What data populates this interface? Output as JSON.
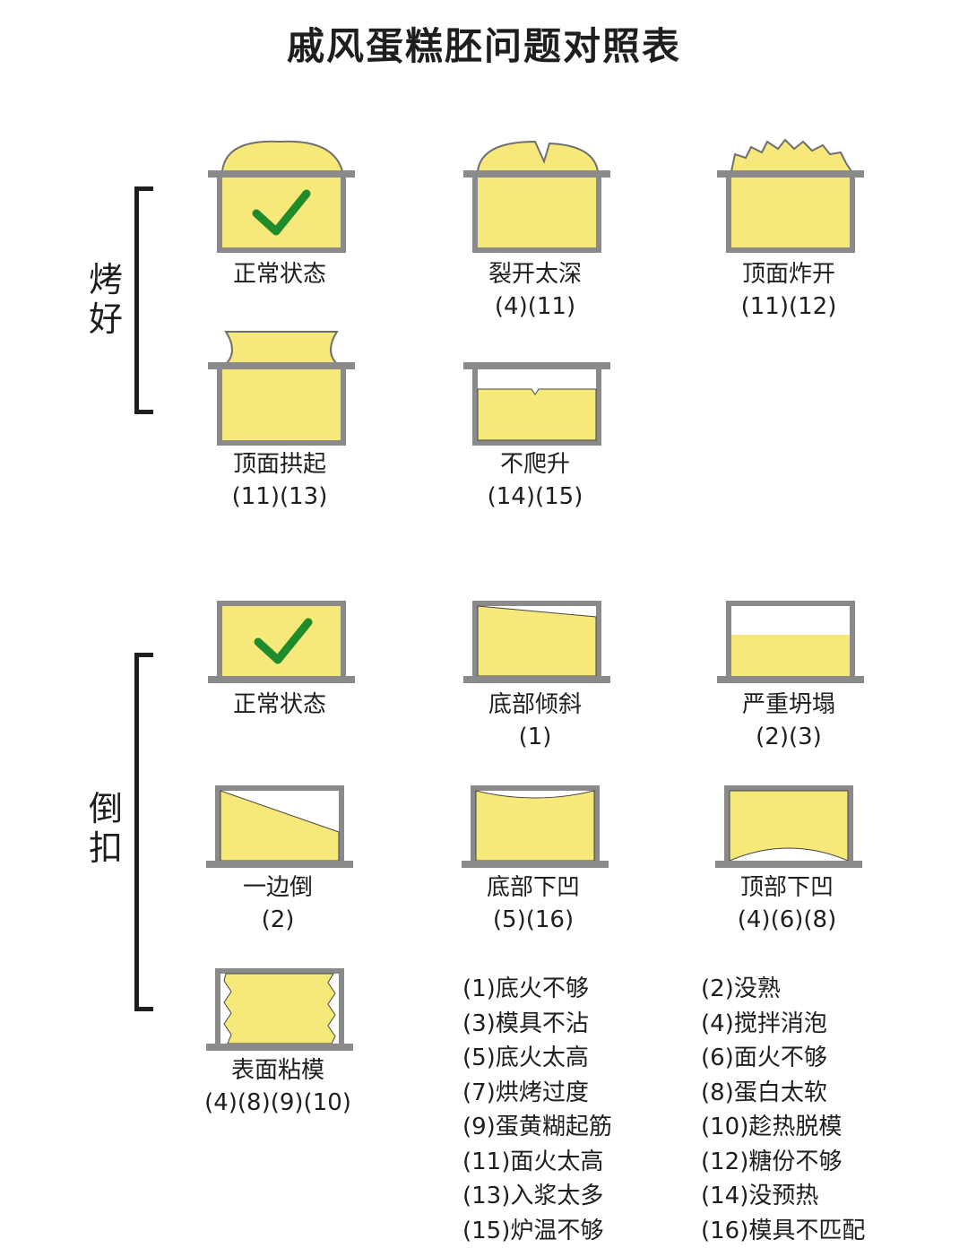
{
  "title": "戚风蛋糕胚问题对照表",
  "sections": {
    "baked": {
      "label_1": "烤",
      "label_2": "好"
    },
    "inverted": {
      "label_1": "倒",
      "label_2": "扣"
    }
  },
  "baked_items": [
    {
      "name": "正常状态",
      "code": ""
    },
    {
      "name": "裂开太深",
      "code": "(4)(11)"
    },
    {
      "name": "顶面炸开",
      "code": "(11)(12)"
    },
    {
      "name": "顶面拱起",
      "code": "(11)(13)"
    },
    {
      "name": "不爬升",
      "code": "(14)(15)"
    }
  ],
  "inverted_items": [
    {
      "name": "正常状态",
      "code": ""
    },
    {
      "name": "底部倾斜",
      "code": "(1)"
    },
    {
      "name": "严重坍塌",
      "code": "(2)(3)"
    },
    {
      "name": "一边倒",
      "code": "(2)"
    },
    {
      "name": "底部下凹",
      "code": "(5)(16)"
    },
    {
      "name": "顶部下凹",
      "code": "(4)(6)(8)"
    },
    {
      "name": "表面粘模",
      "code": "(4)(8)(9)(10)"
    }
  ],
  "legend_left": [
    "(1)底火不够",
    "(3)模具不沾",
    "(5)底火太高",
    "(7)烘烤过度",
    "(9)蛋黄糊起筋",
    "(11)面火太高",
    "(13)入浆太多",
    "(15)炉温不够"
  ],
  "legend_right": [
    "(2)没熟",
    "(4)搅拌消泡",
    "(6)面火不够",
    "(8)蛋白太软",
    "(10)趁热脱模",
    "(12)糖份不够",
    "(14)没预热",
    "(16)模具不匹配"
  ],
  "colors": {
    "cake": "#f7e87a",
    "mold": "#8a8a8a",
    "check": "#1f8c2b",
    "text": "#1e1e1e"
  }
}
